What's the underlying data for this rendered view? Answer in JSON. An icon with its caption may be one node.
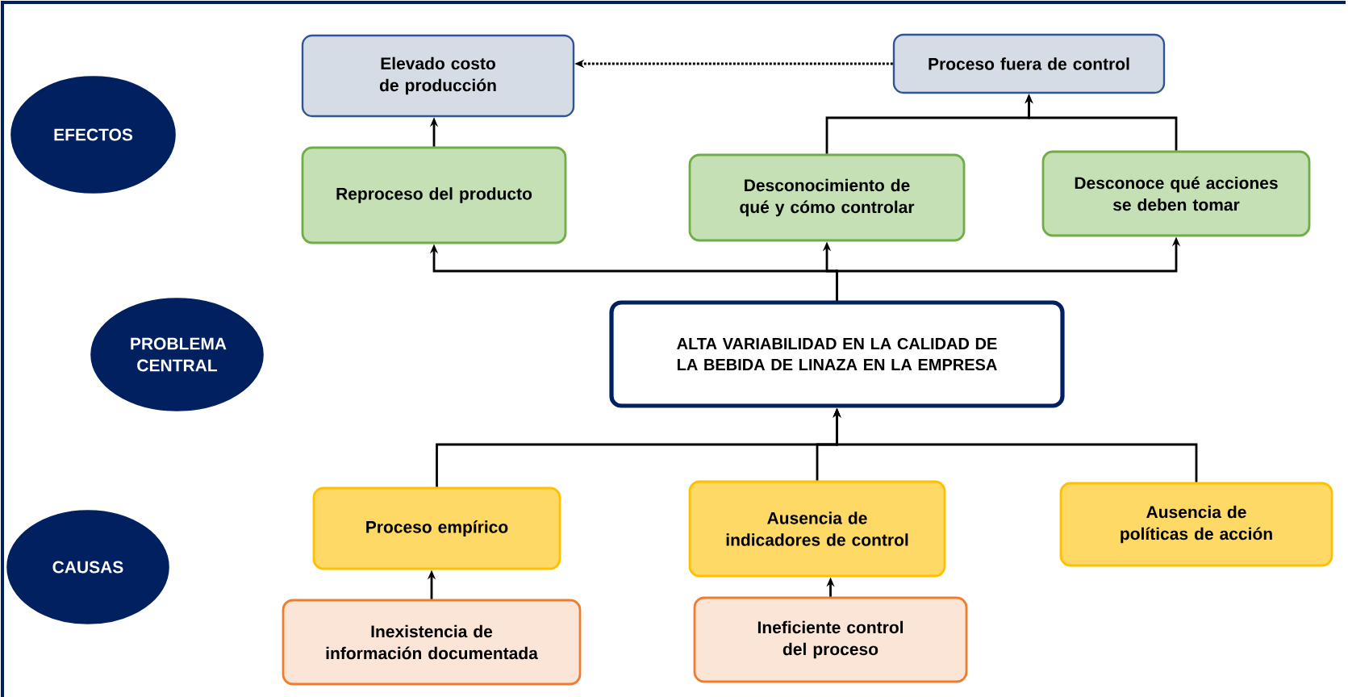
{
  "diagram": {
    "nodes": [
      {
        "text": [
          "EFECTOS"
        ]
      },
      {
        "text": [
          "PROBLEMA CENTRAL"
        ]
      },
      {
        "text": [
          "CAUSAS"
        ]
      },
      {
        "text": [
          "Elevado costo de producción"
        ]
      },
      {
        "text": [
          "Proceso fuera de control"
        ]
      },
      {
        "text": [
          "Reproceso del producto"
        ]
      },
      {
        "text": [
          "Desconocimiento de qué y cómo controlar"
        ]
      },
      {
        "text": [
          "Desconoce qué acciones se deben tomar"
        ]
      },
      {
        "text": [
          "ALTA VARIABILIDAD EN LA CALIDAD DE LA BEBIDA DE LINAZA EN LA EMPRESA"
        ]
      },
      {
        "text": [
          "Proceso empírico"
        ]
      },
      {
        "text": [
          "Ausencia de indicadores de control"
        ]
      },
      {
        "text": [
          "Ausencia de políticas de acción"
        ]
      },
      {
        "text": [
          "Inexistencia  de información documentada"
        ]
      },
      {
        "text": [
          "Ineficiente control del proceso"
        ]
      }
    ],
    "edges": [
      {
        "from": 4,
        "to": 3,
        "arrow": "to",
        "style": "dashed"
      },
      {
        "from": 5,
        "to": 3,
        "arrow": "to"
      },
      {
        "from": 6,
        "to": 4,
        "arrow": "to"
      },
      {
        "from": 7,
        "to": 4,
        "arrow": "to"
      },
      {
        "from": 8,
        "to": 5,
        "arrow": "to"
      },
      {
        "from": 8,
        "to": 6,
        "arrow": "to"
      },
      {
        "from": 8,
        "to": 7,
        "arrow": "to"
      },
      {
        "from": 9,
        "to": 8,
        "arrow": "to"
      },
      {
        "from": 10,
        "to": 8,
        "arrow": "to"
      },
      {
        "from": 11,
        "to": 8,
        "arrow": "to"
      },
      {
        "from": 12,
        "to": 9,
        "arrow": "to"
      },
      {
        "from": 13,
        "to": 10,
        "arrow": "to"
      }
    ]
  }
}
